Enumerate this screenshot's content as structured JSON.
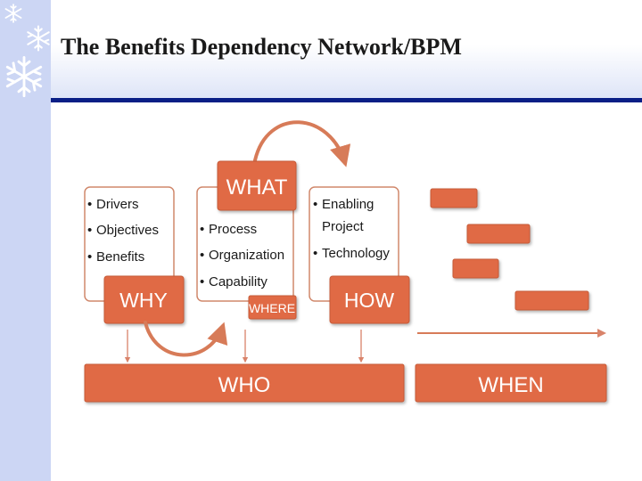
{
  "slide": {
    "title": "The Benefits Dependency Network/BPM"
  },
  "decor": {
    "snowflake_icons": [
      "snowflake-icon",
      "snowflake-icon",
      "snowflake-icon"
    ],
    "colors": {
      "strip": "#ccd6f4",
      "title_rule": "#0a1f86",
      "box_fill": "#e06a45",
      "box_border": "#c65a38",
      "arrow": "#d77b58"
    }
  },
  "diagram": {
    "why": {
      "label": "WHY",
      "bullets": [
        "Drivers",
        "Objectives",
        "Benefits"
      ]
    },
    "what": {
      "label": "WHAT",
      "bullets": [
        "Process",
        "Organization",
        "Capability"
      ],
      "sub_label": "WHERE"
    },
    "how": {
      "label": "HOW",
      "bullets_lines": [
        "Enabling",
        "Project",
        "Technology"
      ]
    },
    "who": {
      "label": "WHO"
    },
    "when": {
      "label": "WHEN"
    }
  }
}
